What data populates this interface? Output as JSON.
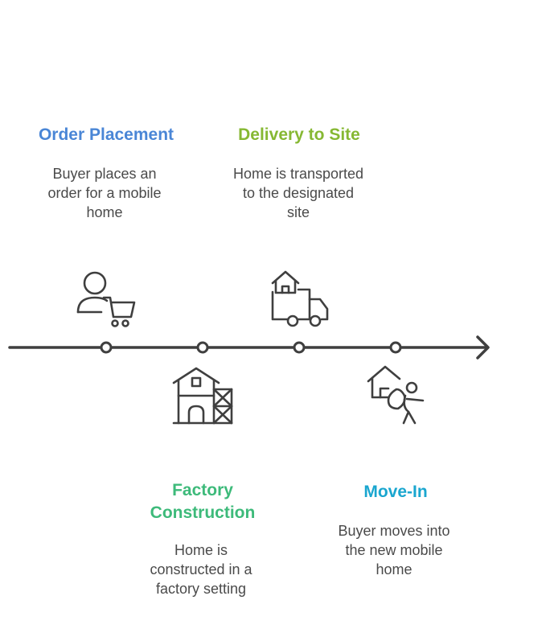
{
  "steps": [
    {
      "title": "Order Placement",
      "description": "Buyer places an\norder for a mobile\nhome",
      "color": "#4a86d6",
      "icon": "shopper-cart-icon"
    },
    {
      "title": "Factory\nConstruction",
      "description": "Home is\nconstructed in a\nfactory setting",
      "color": "#3dba7a",
      "icon": "building-scaffold-icon"
    },
    {
      "title": "Delivery to Site",
      "description": "Home is transported\nto the designated\nsite",
      "color": "#86b833",
      "icon": "house-truck-icon"
    },
    {
      "title": "Move-In",
      "description": "Buyer moves into\nthe new mobile\nhome",
      "color": "#1aa6cf",
      "icon": "house-person-moving-icon"
    }
  ],
  "timeline_color": "#3f3f3f"
}
